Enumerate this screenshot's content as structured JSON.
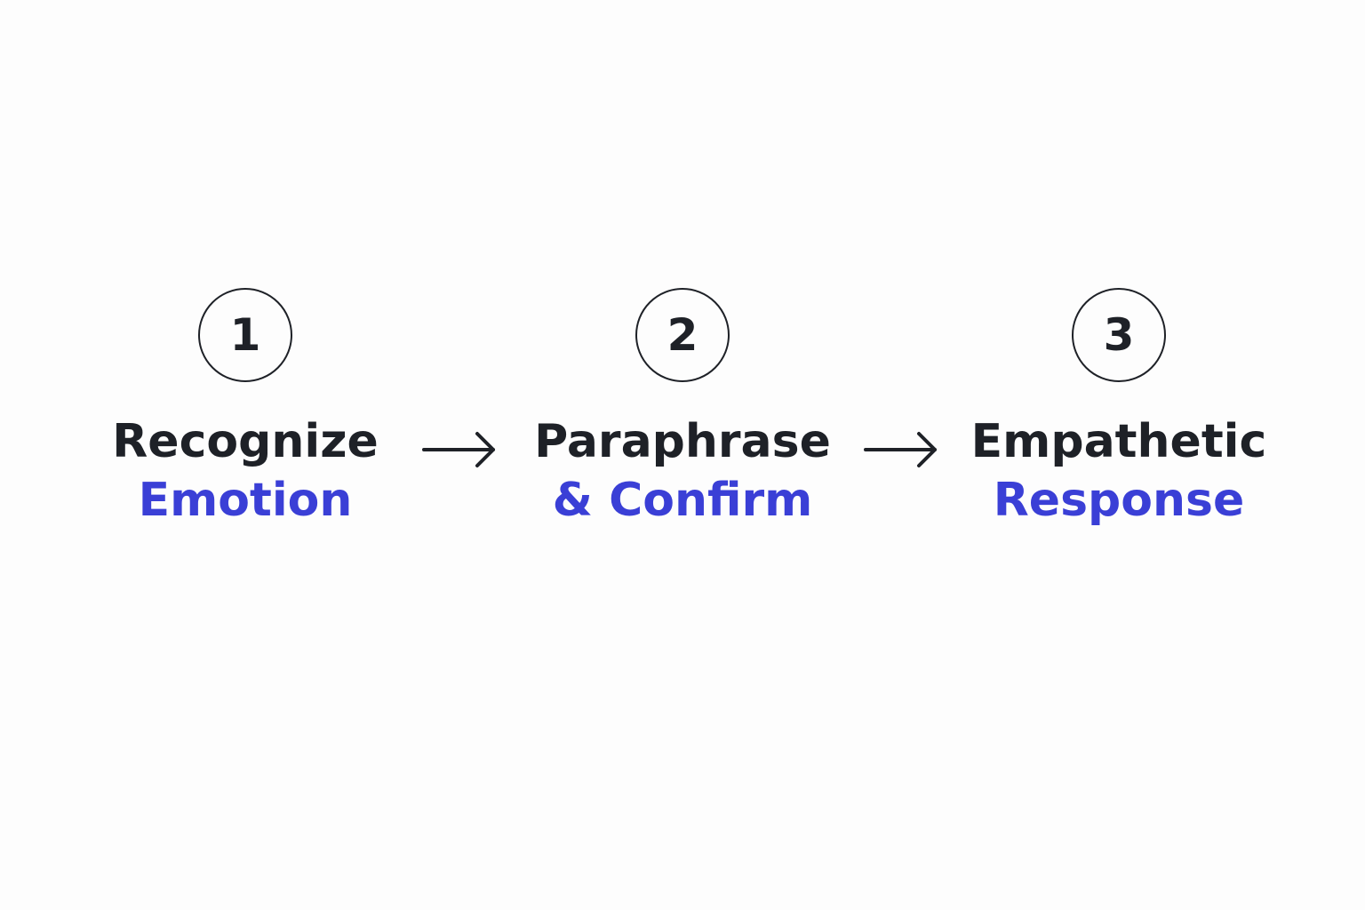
{
  "steps": [
    {
      "number": "1",
      "title": "Recognize",
      "subtitle": "Emotion"
    },
    {
      "number": "2",
      "title": "Paraphrase",
      "subtitle": "& Confirm"
    },
    {
      "number": "3",
      "title": "Empathetic",
      "subtitle": "Response"
    }
  ],
  "arrows": [
    {
      "icon": "arrow-right-icon"
    },
    {
      "icon": "arrow-right-icon"
    }
  ],
  "colors": {
    "text": "#1e2127",
    "accent": "#3a3fd6",
    "background": "#fdfdfd"
  }
}
